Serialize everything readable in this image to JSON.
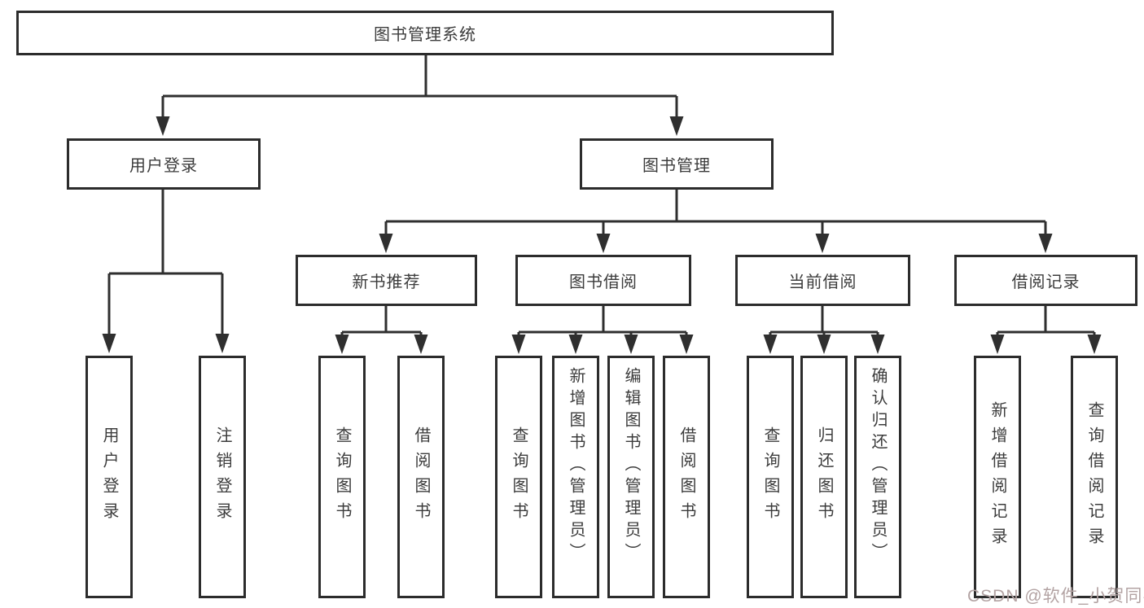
{
  "tree": {
    "root": "图书管理系统",
    "branches": [
      {
        "label": "用户登录",
        "children": [
          "用户登录",
          "注销登录"
        ]
      },
      {
        "label": "图书管理",
        "groups": [
          {
            "label": "新书推荐",
            "children": [
              "查询图书",
              "借阅图书"
            ]
          },
          {
            "label": "图书借阅",
            "children": [
              "查询图书",
              "新增图书（管理员）",
              "编辑图书（管理员）",
              "借阅图书"
            ]
          },
          {
            "label": "当前借阅",
            "children": [
              "查询图书",
              "归还图书",
              "确认归还（管理员）"
            ]
          },
          {
            "label": "借阅记录",
            "children": [
              "新增借阅记录",
              "查询借阅记录"
            ]
          }
        ]
      }
    ]
  },
  "watermark": {
    "text": "CSDN @软件_小贺同学"
  },
  "colors": {
    "line": "#2f2f2f",
    "box_border": "#2c2c2c",
    "box_fill": "#ffffff",
    "text": "#3c3c3c",
    "watermark": "#b3a3a3",
    "background": "#ffffff"
  }
}
